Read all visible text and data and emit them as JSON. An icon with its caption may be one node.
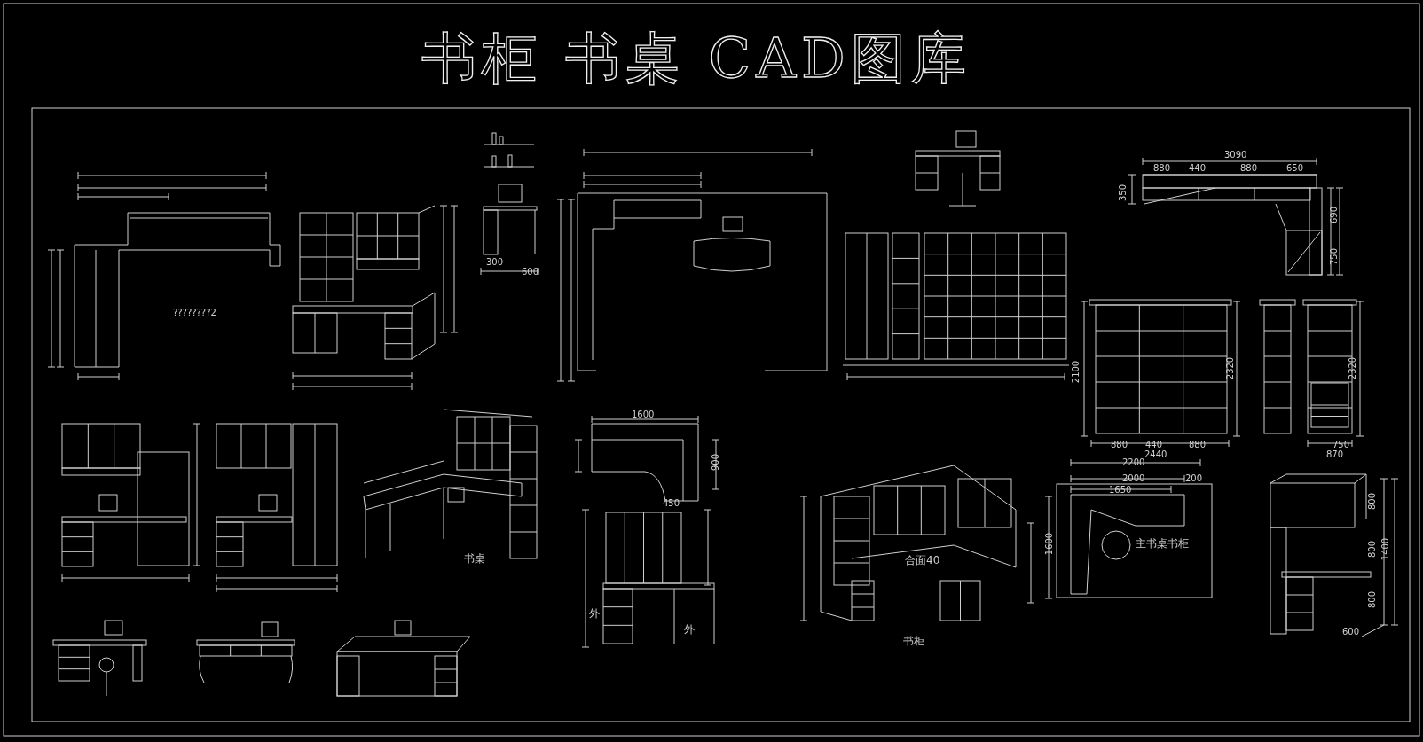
{
  "diagram": {
    "title": "书柜 书桌 CAD图库",
    "labels": [
      "????????2",
      "300",
      "600",
      "3090",
      "880",
      "440",
      "880",
      "650",
      "350",
      "690",
      "750",
      "2100",
      "2320",
      "880",
      "440",
      "880",
      "2440",
      "750",
      "2320",
      "870",
      "1600",
      "900",
      "450",
      "外",
      "外",
      "书桌",
      "合面40",
      "书柜",
      "2200",
      "2000",
      "200",
      "1650",
      "1600",
      "主书桌书柜",
      "800",
      "800",
      "1400",
      "800",
      "600"
    ]
  }
}
